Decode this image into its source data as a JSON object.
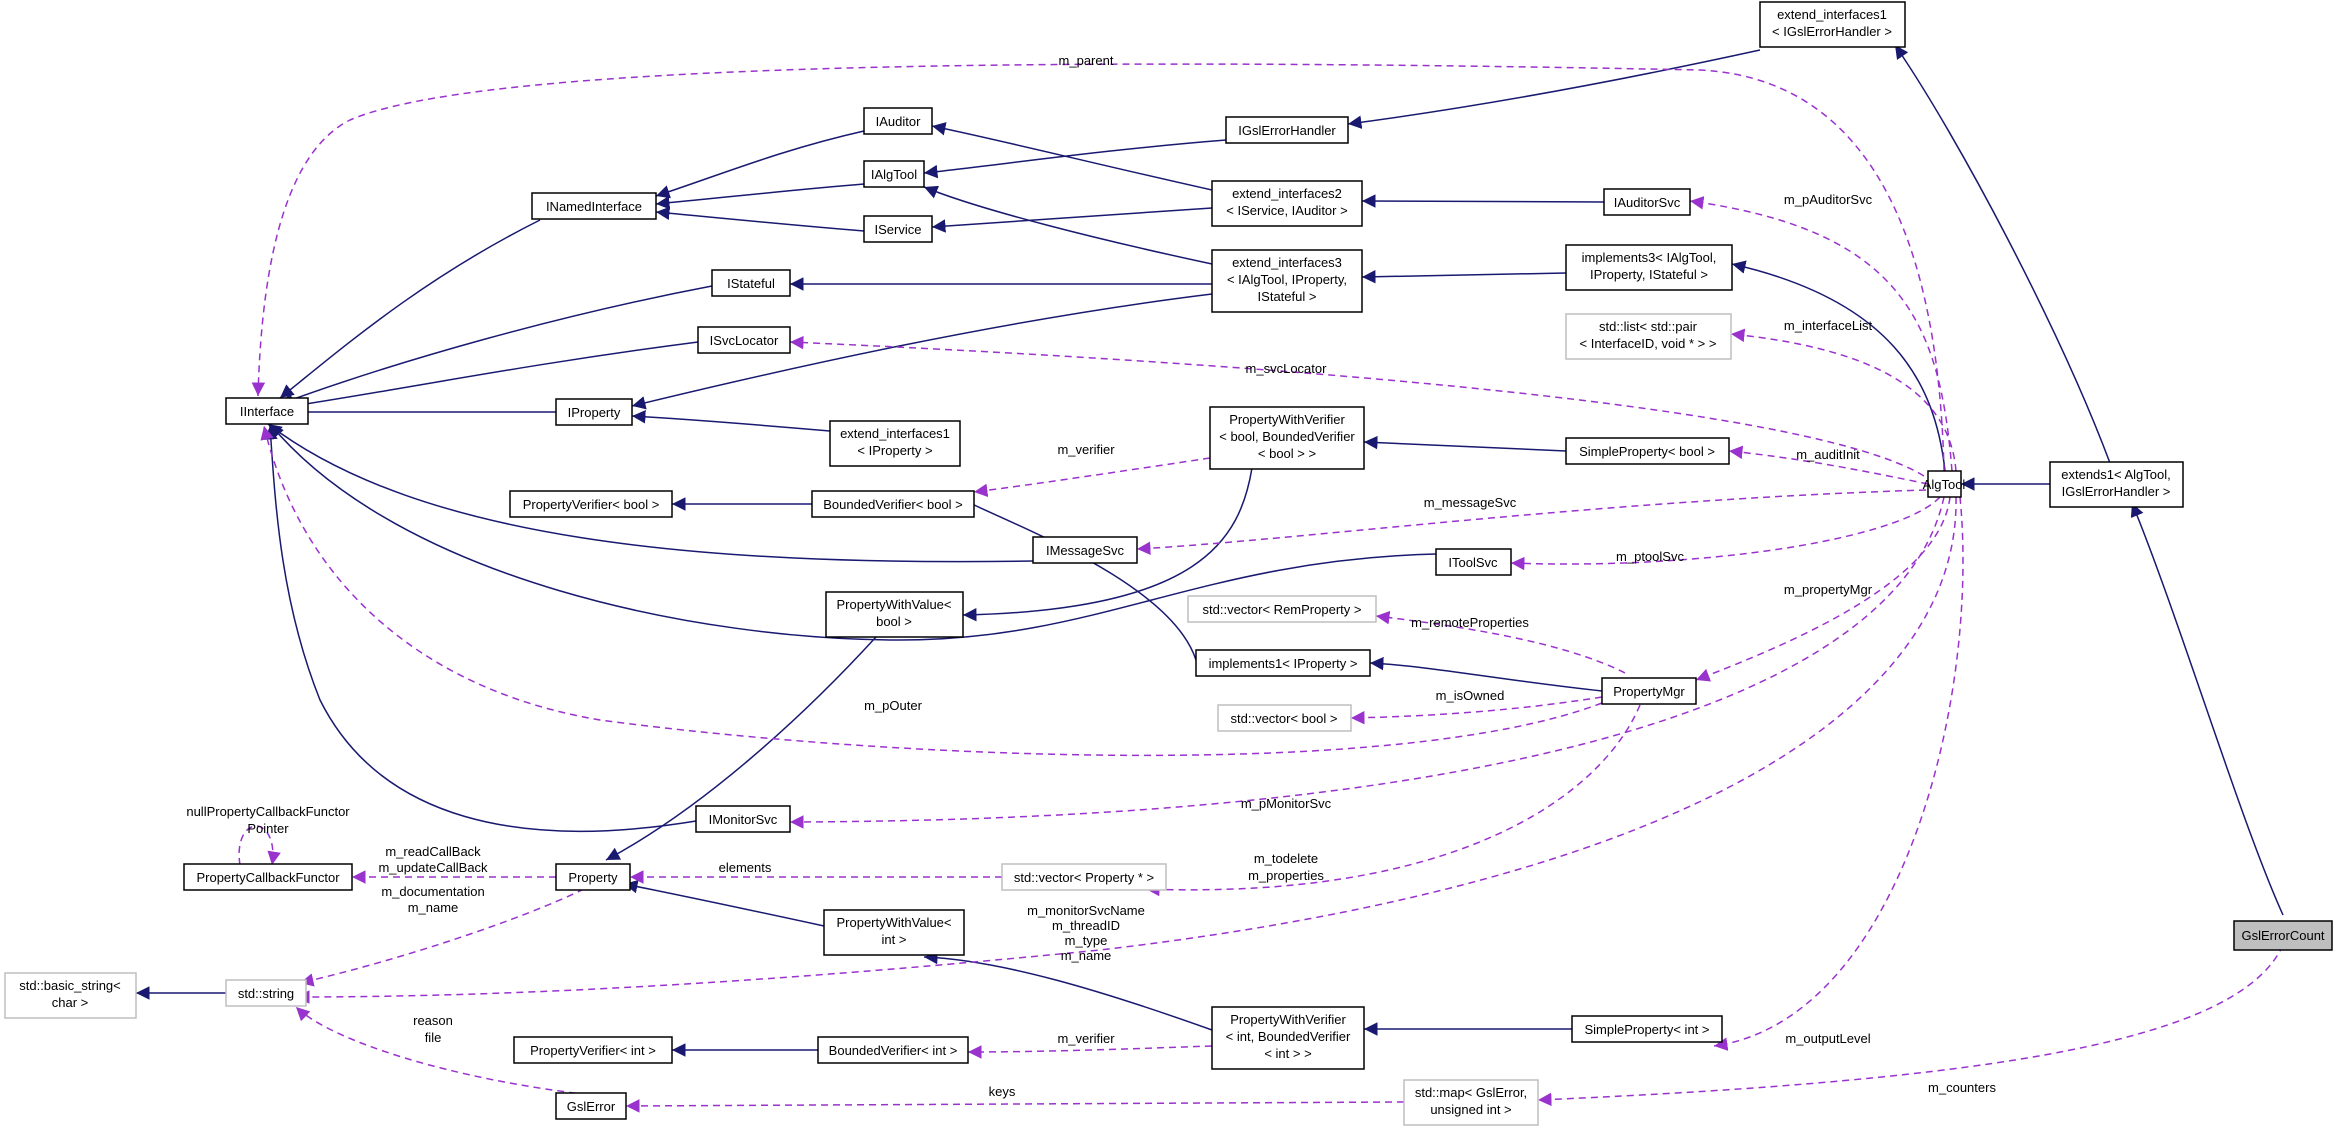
{
  "nodes": {
    "gsl_error_count": [
      "GslErrorCount"
    ],
    "extends1": [
      "extends1< AlgTool,",
      "IGslErrorHandler >"
    ],
    "extend_interfaces1_gsl": [
      "extend_interfaces1",
      "< IGslErrorHandler >"
    ],
    "alg_tool": [
      "AlgTool"
    ],
    "i_gsl_error_handler": [
      "IGslErrorHandler"
    ],
    "i_auditor": [
      "IAuditor"
    ],
    "i_alg_tool": [
      "IAlgTool"
    ],
    "i_named_interface": [
      "INamedInterface"
    ],
    "i_service": [
      "IService"
    ],
    "extend_interfaces2": [
      "extend_interfaces2",
      "< IService, IAuditor >"
    ],
    "i_auditor_svc": [
      "IAuditorSvc"
    ],
    "i_stateful": [
      "IStateful"
    ],
    "extend_interfaces3": [
      "extend_interfaces3",
      "< IAlgTool, IProperty,",
      "IStateful >"
    ],
    "implements3": [
      "implements3< IAlgTool,",
      "IProperty, IStateful >"
    ],
    "std_list": [
      "std::list< std::pair",
      "< InterfaceID, void * > >"
    ],
    "i_svc_locator": [
      "ISvcLocator"
    ],
    "i_interface": [
      "IInterface"
    ],
    "i_property": [
      "IProperty"
    ],
    "extend_interfaces1_prop": [
      "extend_interfaces1",
      "< IProperty >"
    ],
    "property_with_verifier_bool": [
      "PropertyWithVerifier",
      "< bool, BoundedVerifier",
      "< bool > >"
    ],
    "simple_property_bool": [
      "SimpleProperty< bool >"
    ],
    "property_verifier_bool": [
      "PropertyVerifier< bool >"
    ],
    "bounded_verifier_bool": [
      "BoundedVerifier< bool >"
    ],
    "i_message_svc": [
      "IMessageSvc"
    ],
    "i_tool_svc": [
      "IToolSvc"
    ],
    "property_with_value_bool": [
      "PropertyWithValue<",
      "bool >"
    ],
    "vector_rem_property": [
      "std::vector< RemProperty >"
    ],
    "implements1": [
      "implements1< IProperty >"
    ],
    "property_mgr": [
      "PropertyMgr"
    ],
    "vector_bool": [
      "std::vector< bool >"
    ],
    "null_callback_label": [
      "nullPropertyCallbackFunctor",
      "Pointer"
    ],
    "property_callback_functor": [
      "PropertyCallbackFunctor"
    ],
    "i_monitor_svc": [
      "IMonitorSvc"
    ],
    "property": [
      "Property"
    ],
    "vector_property_ptr": [
      "std::vector< Property * >"
    ],
    "basic_string": [
      "std::basic_string<",
      "char >"
    ],
    "std_string": [
      "std::string"
    ],
    "property_with_value_int": [
      "PropertyWithValue<",
      "int >"
    ],
    "property_verifier_int": [
      "PropertyVerifier< int >"
    ],
    "bounded_verifier_int": [
      "BoundedVerifier< int >"
    ],
    "property_with_verifier_int": [
      "PropertyWithVerifier",
      "< int, BoundedVerifier",
      "< int > >"
    ],
    "simple_property_int": [
      "SimpleProperty< int >"
    ],
    "gsl_error": [
      "GslError"
    ],
    "std_map": [
      "std::map< GslError,",
      "unsigned int >"
    ]
  },
  "edge_labels": {
    "m_parent": [
      "m_parent"
    ],
    "m_p_auditor_svc": [
      "m_pAuditorSvc"
    ],
    "m_interface_list": [
      "m_interfaceList"
    ],
    "m_svc_locator": [
      "m_svcLocator"
    ],
    "m_verifier_bool": [
      "m_verifier"
    ],
    "m_audit_init": [
      "m_auditInit"
    ],
    "m_message_svc": [
      "m_messageSvc"
    ],
    "m_ptool_svc": [
      "m_ptoolSvc"
    ],
    "m_property_mgr": [
      "m_propertyMgr"
    ],
    "m_remote_properties": [
      "m_remoteProperties"
    ],
    "m_is_owned": [
      "m_isOwned"
    ],
    "m_p_outer": [
      "m_pOuter"
    ],
    "m_p_monitor_svc": [
      "m_pMonitorSvc"
    ],
    "callbacks": [
      "m_readCallBack",
      "m_updateCallBack"
    ],
    "elements": [
      "elements"
    ],
    "m_todelete_properties": [
      "m_todelete",
      "m_properties"
    ],
    "m_documentation_name": [
      "m_documentation",
      "m_name"
    ],
    "algtool_strings": [
      "m_monitorSvcName",
      "m_threadID",
      "m_type",
      "m_name"
    ],
    "reason_file": [
      "reason",
      "file"
    ],
    "m_verifier_int": [
      "m_verifier"
    ],
    "m_output_level": [
      "m_outputLevel"
    ],
    "keys": [
      "keys"
    ],
    "m_counters": [
      "m_counters"
    ]
  },
  "colors": {
    "inheritance_edge": "#191970",
    "usage_edge": "#9a32cd",
    "node_border": "#000000",
    "external_node_border": "#bfbfbf",
    "focus_node_fill": "#bfbfbf",
    "background": "#ffffff"
  }
}
